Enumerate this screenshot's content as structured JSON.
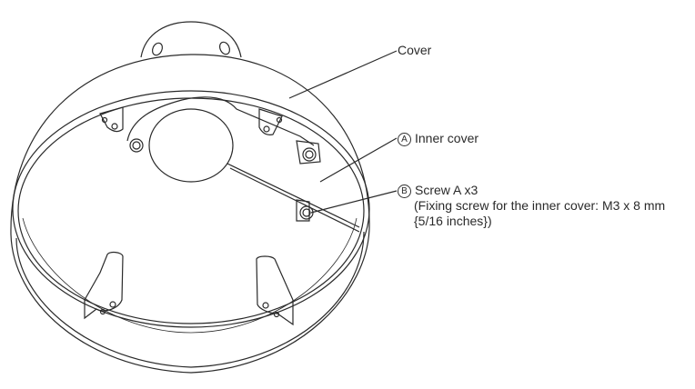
{
  "labels": {
    "cover": {
      "text": "Cover"
    },
    "inner_cover": {
      "marker": "A",
      "text": "Inner cover"
    },
    "screw": {
      "marker": "B",
      "text": "Screw A x3",
      "note_line1": "(Fixing screw for the inner cover: M3 x 8 mm",
      "note_line2": "{5/16 inches})"
    }
  },
  "colors": {
    "line": "#2a2a2a",
    "background": "#ffffff"
  }
}
